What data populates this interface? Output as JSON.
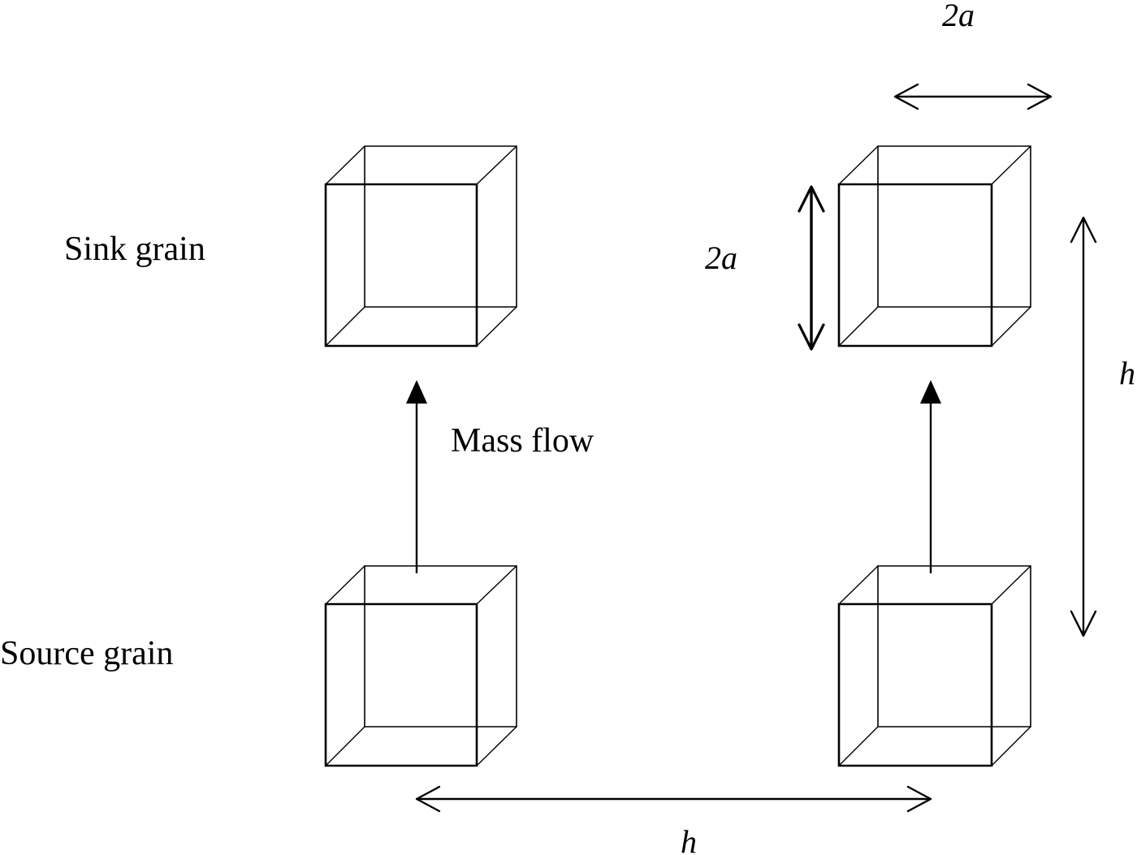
{
  "labels": {
    "sink_grain": "Sink grain",
    "source_grain": "Source grain",
    "mass_flow": "Mass flow",
    "cube_width": "2a",
    "cube_height": "2a",
    "vertical_spacing": "h",
    "horizontal_spacing": "h"
  }
}
